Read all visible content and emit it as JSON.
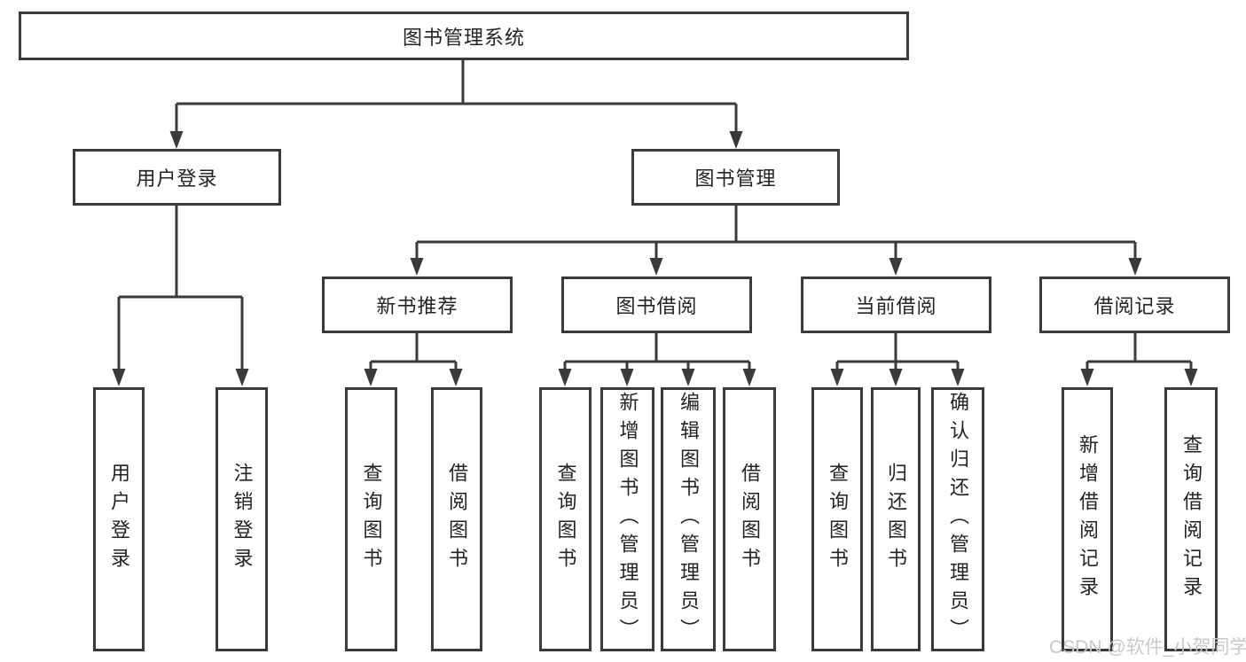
{
  "diagram": {
    "root": {
      "label": "图书管理系统"
    },
    "branches": [
      {
        "label": "用户登录",
        "children": [
          {
            "label": "用户登录"
          },
          {
            "label": "注销登录"
          }
        ]
      },
      {
        "label": "图书管理",
        "groups": [
          {
            "label": "新书推荐",
            "children": [
              {
                "label": "查询图书"
              },
              {
                "label": "借阅图书"
              }
            ]
          },
          {
            "label": "图书借阅",
            "children": [
              {
                "label": "查询图书"
              },
              {
                "label": "新增图书（管理员）"
              },
              {
                "label": "编辑图书（管理员）"
              },
              {
                "label": "借阅图书"
              }
            ]
          },
          {
            "label": "当前借阅",
            "children": [
              {
                "label": "查询图书"
              },
              {
                "label": "归还图书"
              },
              {
                "label": "确认归还（管理员）"
              }
            ]
          },
          {
            "label": "借阅记录",
            "children": [
              {
                "label": "新增借阅记录"
              },
              {
                "label": "查询借阅记录"
              }
            ]
          }
        ]
      }
    ],
    "watermark": "CSDN @软件_小贺同学",
    "colors": {
      "line": "#3a3a3a",
      "box_border": "#3a3a3a",
      "text": "#232323",
      "background": "#ffffff",
      "watermark": "#c9c9c9"
    }
  }
}
